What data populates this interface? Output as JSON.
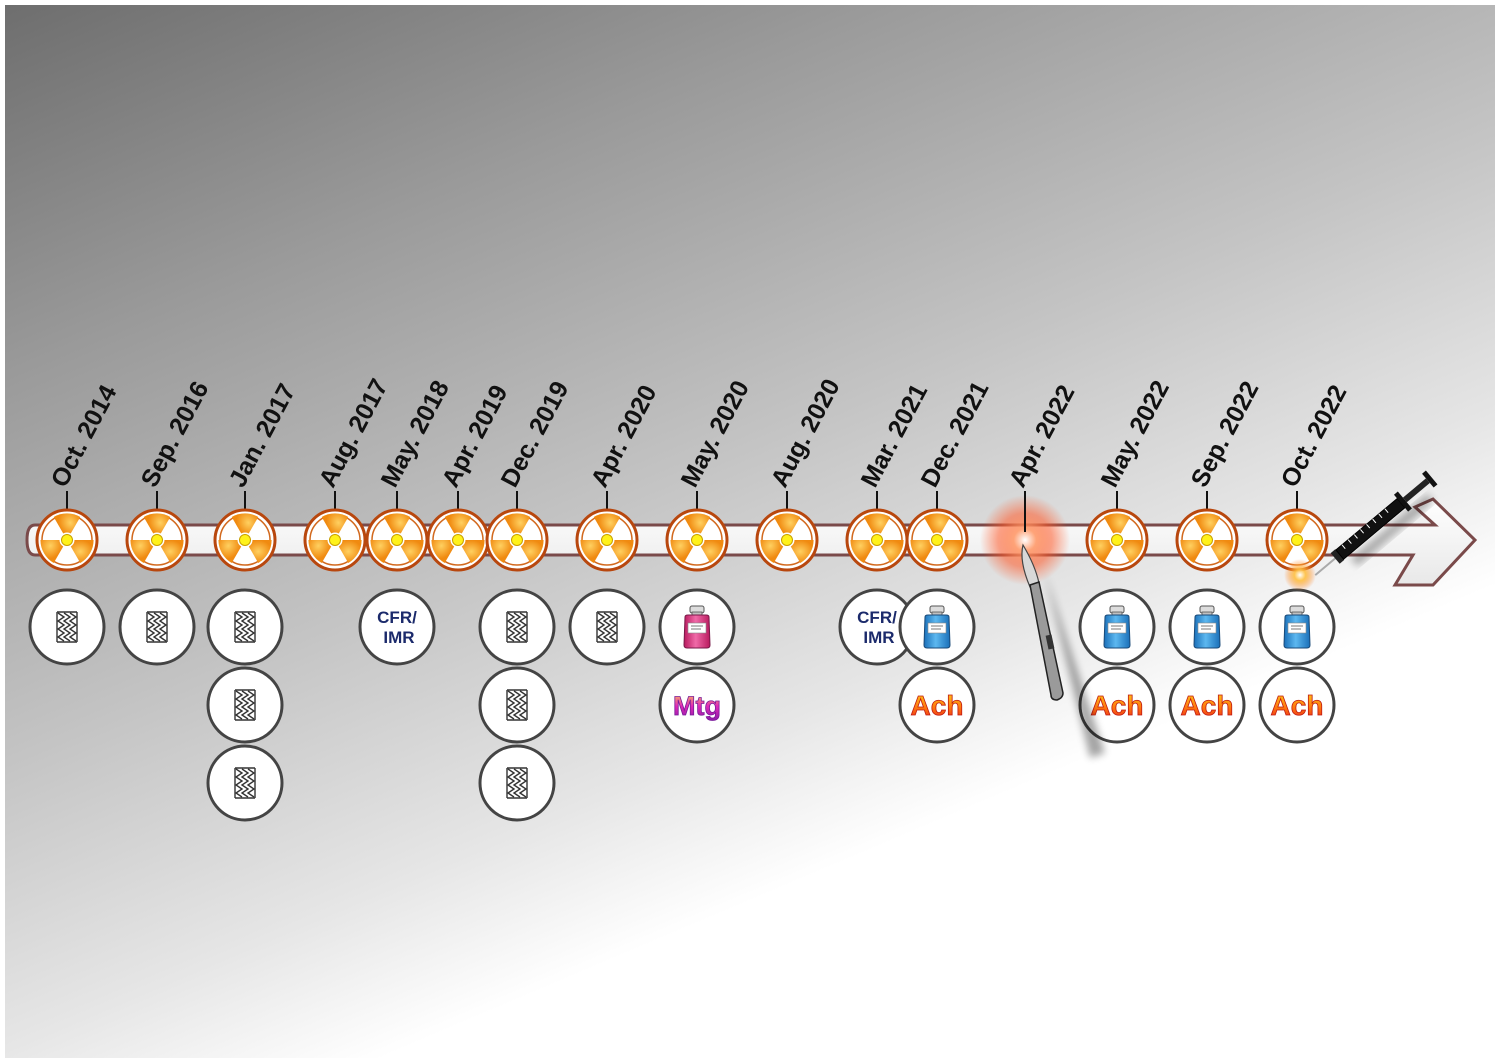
{
  "timeline": {
    "events": [
      {
        "date": "Oct. 2014",
        "marker": "radiation-icon",
        "items": [
          "stent-icon"
        ]
      },
      {
        "date": "Sep. 2016",
        "marker": "radiation-icon",
        "items": [
          "stent-icon"
        ]
      },
      {
        "date": "Jan. 2017",
        "marker": "radiation-icon",
        "items": [
          "stent-icon",
          "stent-icon",
          "stent-icon"
        ]
      },
      {
        "date": "Aug. 2017",
        "marker": "radiation-icon",
        "items": []
      },
      {
        "date": "May. 2018",
        "marker": "radiation-icon",
        "items": [
          "cfr-imr-badge"
        ]
      },
      {
        "date": "Apr. 2019",
        "marker": "radiation-icon",
        "items": []
      },
      {
        "date": "Dec. 2019",
        "marker": "radiation-icon",
        "items": [
          "stent-icon",
          "stent-icon",
          "stent-icon"
        ]
      },
      {
        "date": "Apr. 2020",
        "marker": "radiation-icon",
        "items": [
          "stent-icon"
        ]
      },
      {
        "date": "May. 2020",
        "marker": "radiation-icon",
        "items": [
          "pink-vial-icon",
          "mtg-badge"
        ]
      },
      {
        "date": "Aug. 2020",
        "marker": "radiation-icon",
        "items": []
      },
      {
        "date": "Mar. 2021",
        "marker": "radiation-icon",
        "items": [
          "cfr-imr-badge"
        ]
      },
      {
        "date": "Dec. 2021",
        "marker": "radiation-icon",
        "items": [
          "blue-vial-icon",
          "ach-badge"
        ]
      },
      {
        "date": "Apr. 2022",
        "marker": "scalpel-icon",
        "items": []
      },
      {
        "date": "May. 2022",
        "marker": "radiation-icon",
        "items": [
          "blue-vial-icon",
          "ach-badge"
        ]
      },
      {
        "date": "Sep. 2022",
        "marker": "radiation-icon",
        "items": [
          "blue-vial-icon",
          "ach-badge"
        ]
      },
      {
        "date": "Oct. 2022",
        "marker": "radiation-icon",
        "items": [
          "blue-vial-icon",
          "ach-badge"
        ]
      }
    ],
    "badges": {
      "cfr_line1": "CFR/",
      "cfr_line2": "IMR",
      "mtg": "Mtg",
      "ach": "Ach"
    },
    "end_marker": "syringe-icon",
    "colors": {
      "radiation_orange": "#f39a1e",
      "radiation_ring": "#b8470e",
      "radiation_center": "#fff21a",
      "mtg_magenta": "#e02ab8",
      "ach_red": "#e8231a",
      "ach_yellow": "#ffd21a",
      "vial_blue": "#2a8fd8",
      "vial_pink": "#e43a86",
      "cfr_navy": "#1b2a6b",
      "glow": "#ff5a2a"
    }
  }
}
